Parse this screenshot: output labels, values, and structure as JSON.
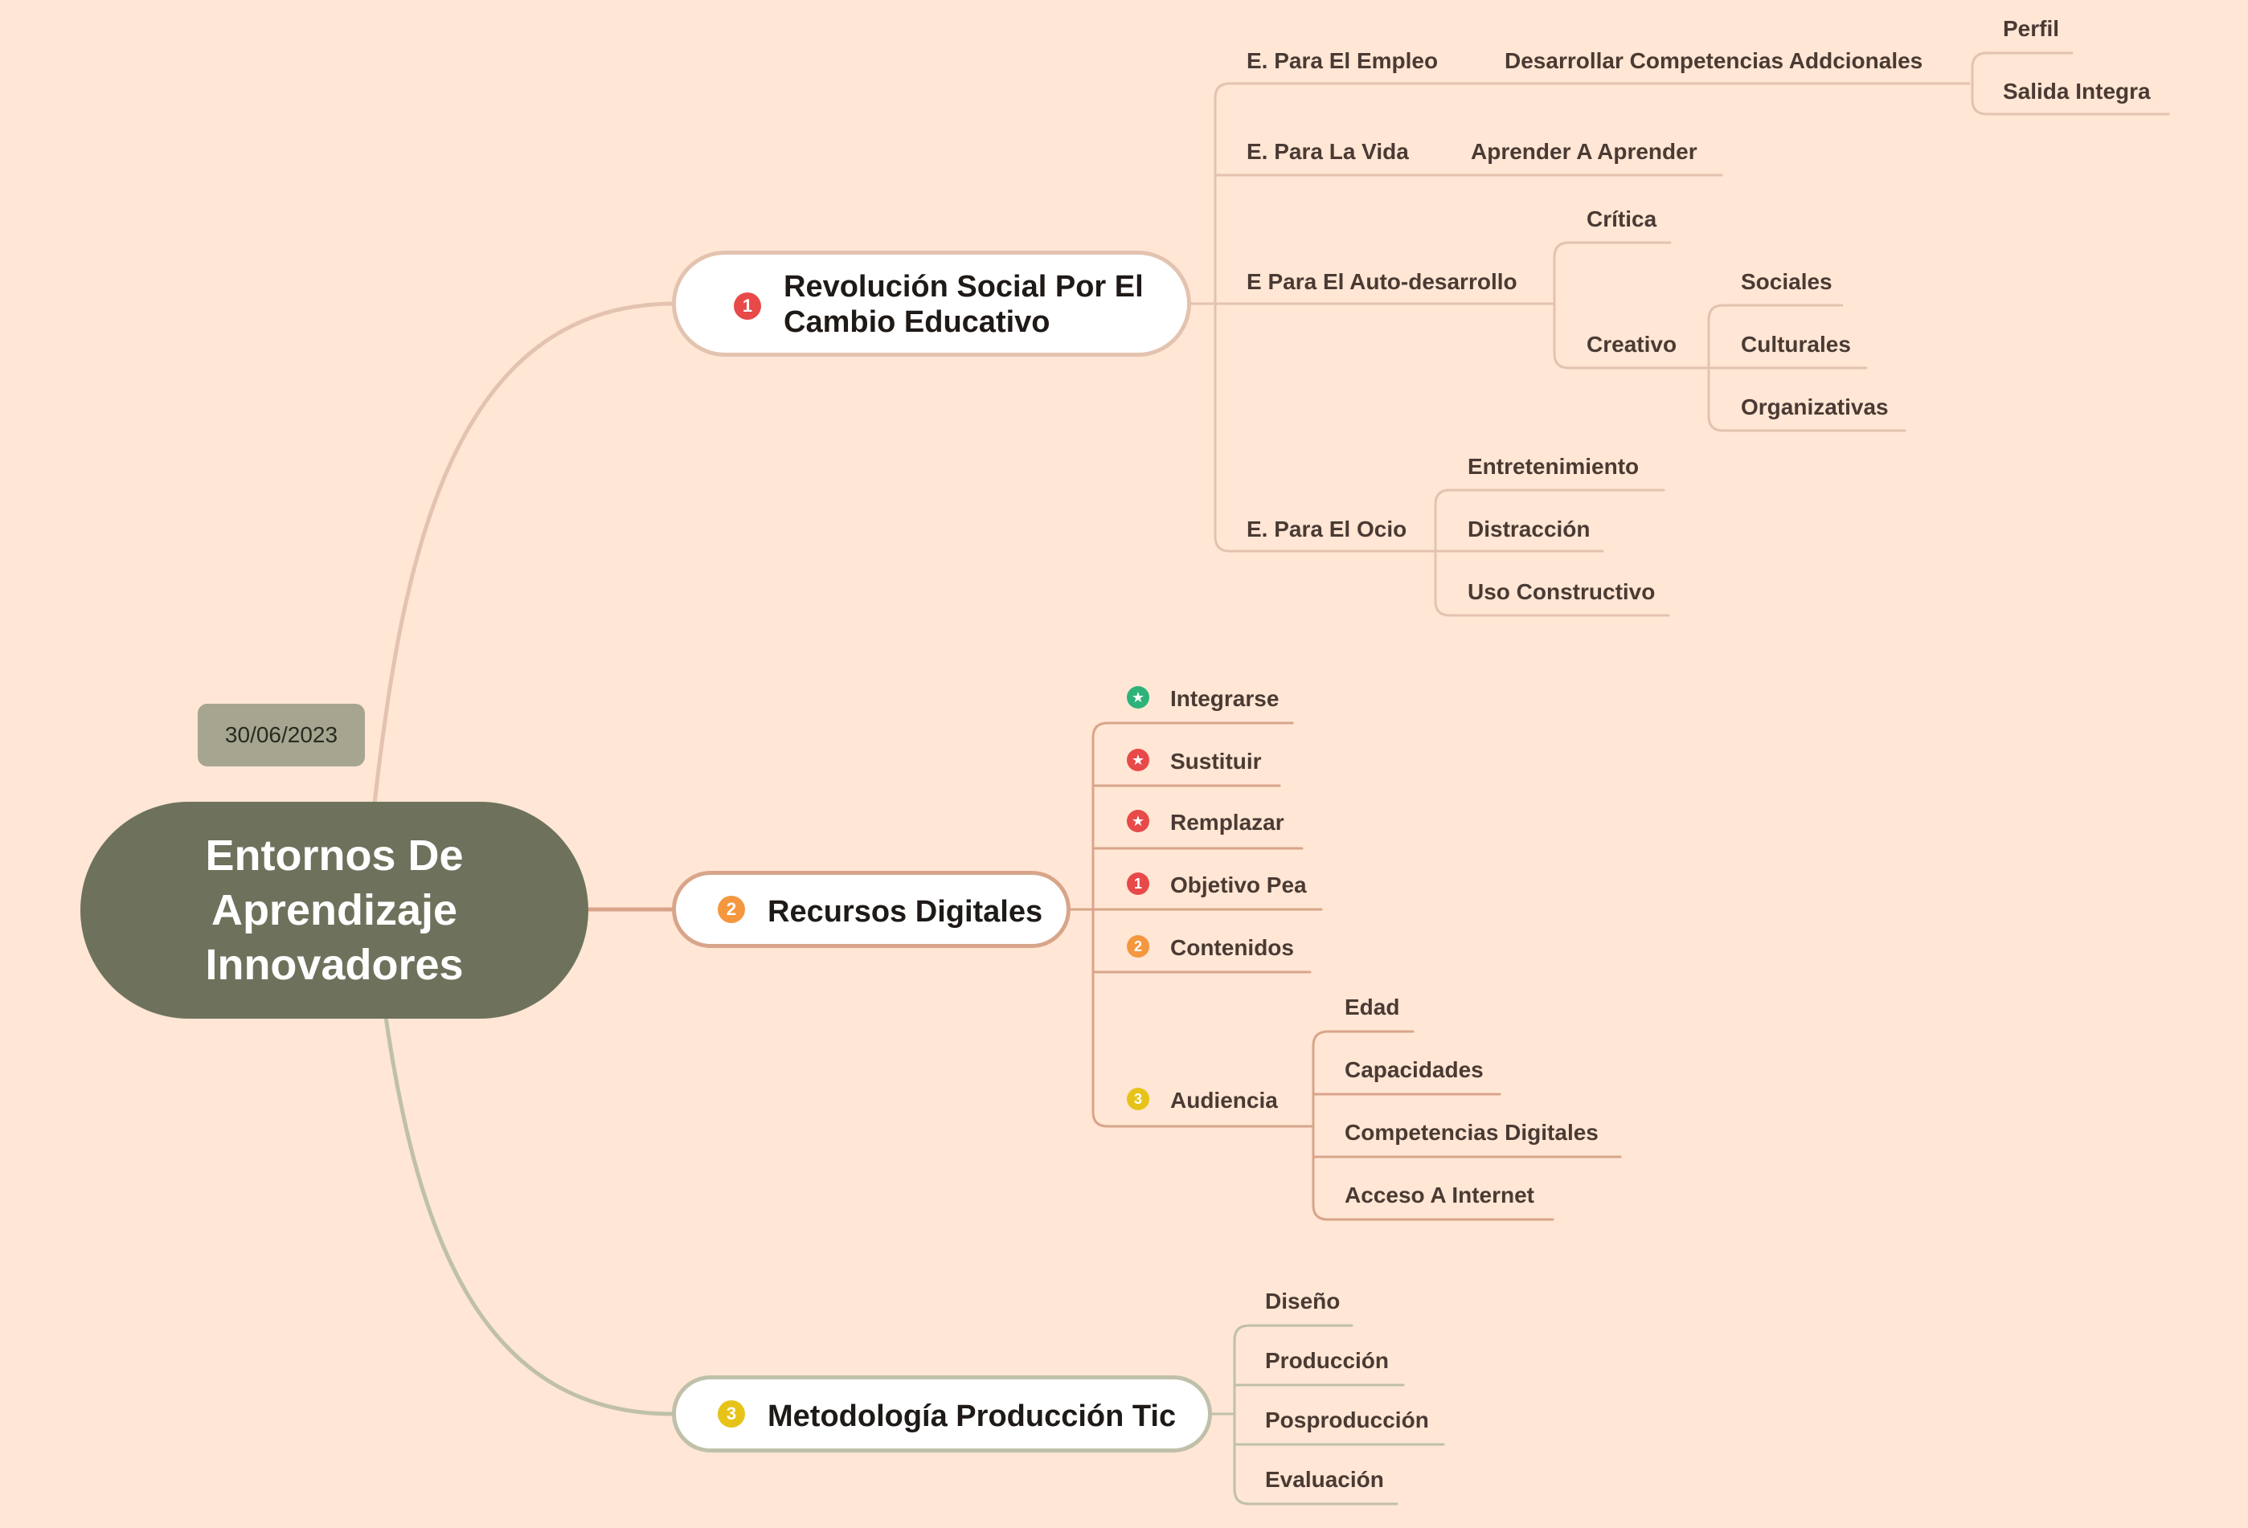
{
  "colors": {
    "background": "#FFE6D5",
    "central": "#6E725C",
    "date_badge": "#A6A590",
    "branch1": "#E3C3B0",
    "branch2": "#D8A58A",
    "branch3": "#BFC0A9",
    "marker_red": "#E84949",
    "marker_orange": "#F4973F",
    "marker_yellow": "#E7C31A",
    "marker_green": "#2DB37A"
  },
  "central": {
    "title": "Entornos De\nAprendizaje\nInnovadores"
  },
  "date": "30/06/2023",
  "branches": [
    {
      "marker": "1",
      "marker_color": "red",
      "title": "Revolución Social Por El\nCambio Educativo",
      "children": [
        {
          "label": "E. Para El Empleo",
          "children": [
            {
              "label": "Desarrollar Competencias Addcionales",
              "children": [
                {
                  "label": "Perfil"
                },
                {
                  "label": "Salida Integra"
                }
              ]
            }
          ]
        },
        {
          "label": "E. Para La Vida",
          "children": [
            {
              "label": "Aprender A Aprender"
            }
          ]
        },
        {
          "label": "E Para El Auto-desarrollo",
          "children": [
            {
              "label": "Crítica"
            },
            {
              "label": "Creativo",
              "children": [
                {
                  "label": "Sociales"
                },
                {
                  "label": "Culturales"
                },
                {
                  "label": "Organizativas"
                }
              ]
            }
          ]
        },
        {
          "label": "E. Para El Ocio",
          "children": [
            {
              "label": "Entretenimiento"
            },
            {
              "label": "Distracción"
            },
            {
              "label": "Uso Constructivo"
            }
          ]
        }
      ]
    },
    {
      "marker": "2",
      "marker_color": "orange",
      "title": "Recursos Digitales",
      "children": [
        {
          "label": "Integrarse",
          "marker": "star",
          "marker_color": "green"
        },
        {
          "label": "Sustituir",
          "marker": "star",
          "marker_color": "red"
        },
        {
          "label": "Remplazar",
          "marker": "star",
          "marker_color": "red"
        },
        {
          "label": "Objetivo Pea",
          "marker": "1",
          "marker_color": "red"
        },
        {
          "label": "Contenidos",
          "marker": "2",
          "marker_color": "orange"
        },
        {
          "label": "Audiencia",
          "marker": "3",
          "marker_color": "yellow",
          "children": [
            {
              "label": "Edad"
            },
            {
              "label": "Capacidades"
            },
            {
              "label": "Competencias Digitales"
            },
            {
              "label": "Acceso A Internet"
            }
          ]
        }
      ]
    },
    {
      "marker": "3",
      "marker_color": "yellow",
      "title": "Metodología Producción Tic",
      "children": [
        {
          "label": "Diseño"
        },
        {
          "label": "Producción"
        },
        {
          "label": "Posproducción"
        },
        {
          "label": "Evaluación"
        }
      ]
    }
  ]
}
